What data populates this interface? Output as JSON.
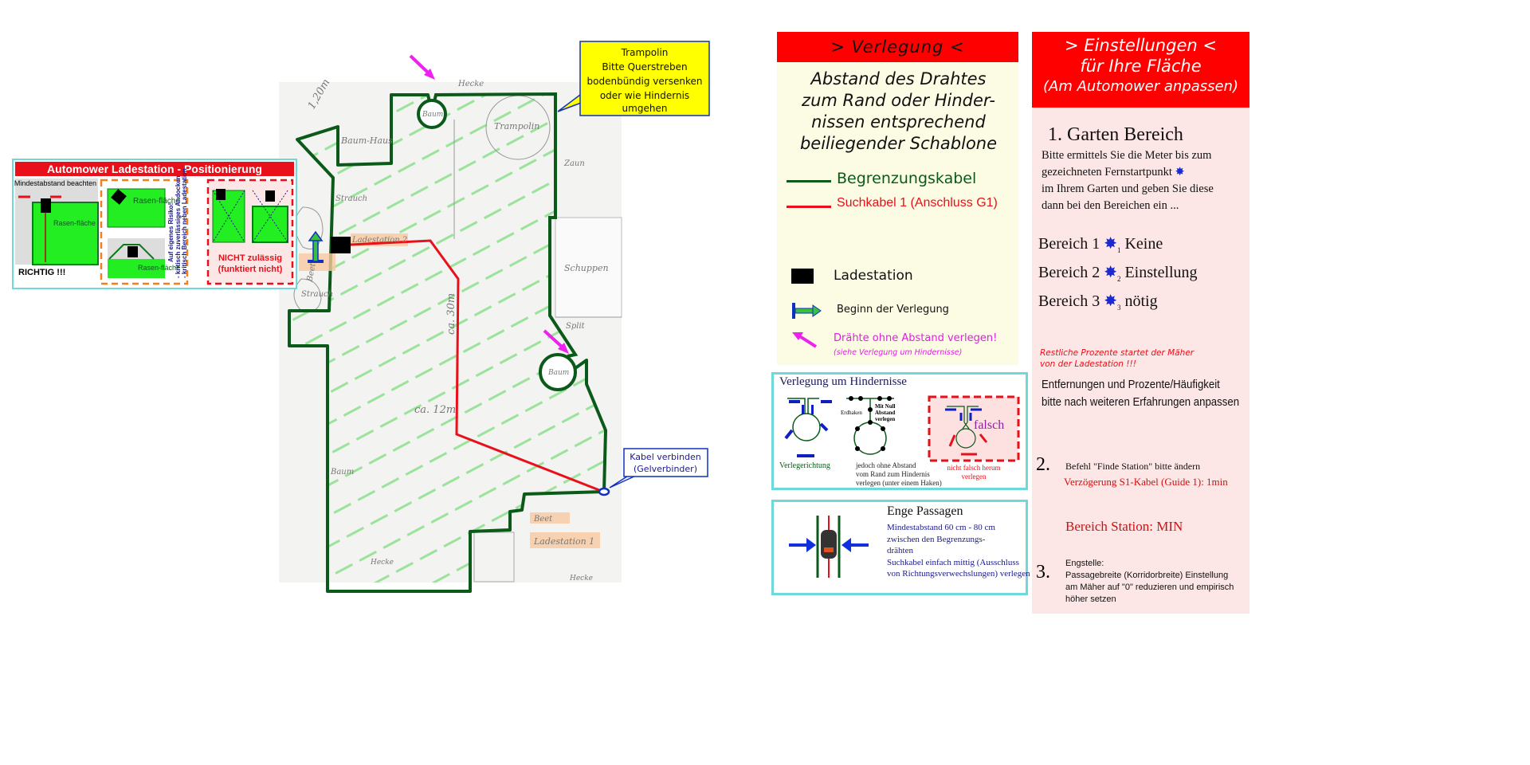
{
  "map": {
    "labels": {
      "hecke_top": "Hecke",
      "width": "1,20m",
      "baum_top": "Baum",
      "baumhaus": "Baum-Haus",
      "trampolin": "Trampolin",
      "zaun": "Zaun",
      "strauch1": "Strauch",
      "strauch2": "Strauch",
      "ladestation2": "Ladestation 2",
      "beet_left": "Beet",
      "schuppen": "Schuppen",
      "split": "Split",
      "length": "ca. 30m",
      "width2": "ca. 12m",
      "baum_right": "Baum",
      "baum_left": "Baum",
      "beet_bottom": "Beet",
      "ladestation1": "Ladestation 1",
      "hecke_bottom": "Hecke",
      "hecke_br": "Hecke"
    },
    "callout_trampolin": [
      "Trampolin",
      "Bitte Querstreben",
      "bodenbündig versenken",
      "oder wie Hindernis",
      "umgehen"
    ],
    "callout_kabel": [
      "Kabel verbinden",
      "(Gelverbinder)"
    ],
    "colors": {
      "boundary": "#0b5a1a",
      "guide": "#e8101a",
      "hatch": "#9be39b",
      "magenta": "#ee22ee"
    }
  },
  "inset": {
    "title": "Automower Ladestation - Positionierung",
    "p1_label": "Mindestabstand beachten",
    "p1_lawn": "Rasen-fläche",
    "p1_ok": "RICHTIG !!!",
    "p2_lawn_a": "Rasen-fläche",
    "p2_lawn_b": "Rasen-fläche",
    "p2_note": [
      "Auf eigenes Risiko!",
      "- kritisch zuverlässiges Andocken",
      "- kritisch Bereich neben Ladestation"
    ],
    "p3_bad": [
      "NICHT zulässig",
      "(funktiert nicht)"
    ]
  },
  "verlegung": {
    "header": "> Verlegung <",
    "subtitle": [
      "Abstand des Drahtes",
      "zum Rand oder Hinder-",
      "nissen entsprechend",
      "beiliegender Schablone"
    ],
    "legend": {
      "boundary": "Begrenzungskabel",
      "guide": "Suchkabel 1 (Anschluss G1)",
      "station": "Ladestation",
      "start": "Beginn der Verlegung",
      "nodist": "Drähte ohne Abstand verlegen!",
      "nodist_sub": "(siehe Verlegung um Hindernisse)"
    },
    "hindernisse": {
      "title": "Verlegung um Hindernisse",
      "dir": "Verlegerichtung",
      "haken": "Erdhaken",
      "null": [
        "Mit Null",
        "Abstand",
        "verlegen"
      ],
      "note": [
        "jedoch ohne Abstand",
        "vom Rand zum Hindernis",
        "verlegen (unter einem Haken)"
      ],
      "falsch": "falsch",
      "falsch_note": [
        "nicht falsch herum",
        "verlegen"
      ]
    },
    "passagen": {
      "title": "Enge Passagen",
      "lines": [
        "Mindestabstand 60 cm - 80 cm",
        "zwischen den Begrenzungs-",
        "drähten",
        "Suchkabel einfach mittig (Ausschluss",
        "von Richtungsverwechslungen) verlegen"
      ]
    }
  },
  "einstellungen": {
    "header": [
      "> Einstellungen <",
      "für Ihre Fläche",
      "(Am Automower anpassen)"
    ],
    "s1_title": "1. Garten Bereich",
    "s1_text": [
      "Bitte ermittels Sie die Meter bis zum",
      "gezeichneten Fernstartpunkt",
      "im Ihrem Garten und geben Sie diese",
      "dann bei den Bereichen ein ..."
    ],
    "areas": [
      {
        "label": "Bereich 1",
        "num": "1",
        "note": "Keine"
      },
      {
        "label": "Bereich 2",
        "num": "2",
        "note": "Einstellung"
      },
      {
        "label": "Bereich 3",
        "num": "3",
        "note": "nötig"
      }
    ],
    "rest": [
      "Restliche Prozente  startet der Mäher",
      "von der Ladestation !!!"
    ],
    "adjust": [
      "Entfernungen und Prozente/Häufigkeit",
      "bitte nach weiteren Erfahrungen anpassen"
    ],
    "s2_num": "2.",
    "s2_text": "Befehl \"Finde Station\" bitte ändern",
    "s2_red": "Verzögerung S1-Kabel (Guide 1): 1min",
    "s2_area": "Bereich Station: MIN",
    "s3_num": "3.",
    "s3_text": [
      "Engstelle:",
      "Passagebreite (Korridorbreite) Einstellung",
      "am Mäher auf \"0\" reduzieren und empirisch",
      "höher setzen"
    ]
  }
}
